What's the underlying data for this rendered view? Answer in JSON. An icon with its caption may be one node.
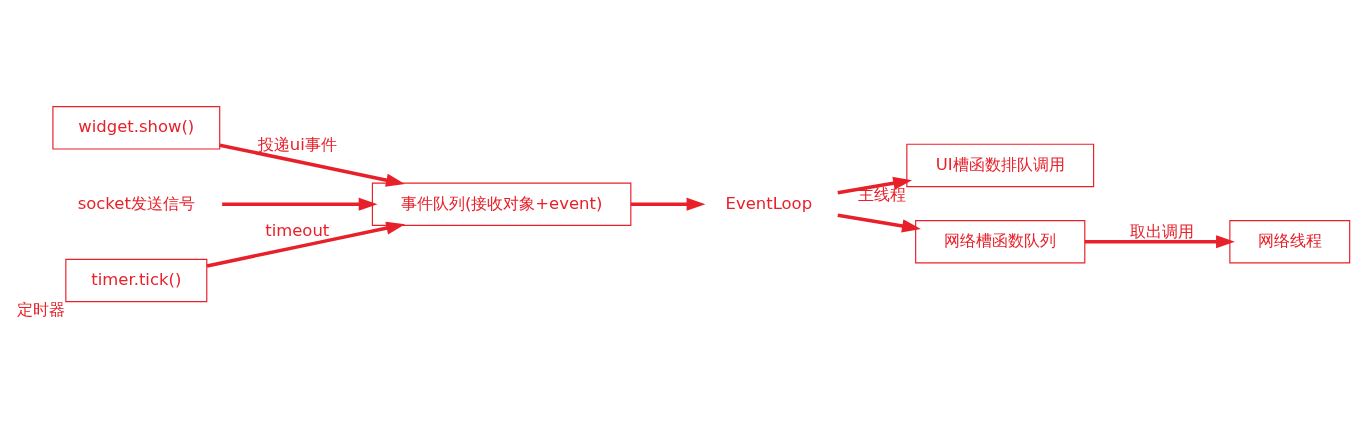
{
  "diagram": {
    "nodes": [
      {
        "text": [
          "widget.show()"
        ]
      },
      {
        "text": [
          "事件队列(接收对象+event)"
        ]
      },
      {
        "text": [
          "socket发送信号"
        ]
      },
      {
        "text": [
          "timer.tick()"
        ],
        "beside": [
          "定时器"
        ]
      },
      {
        "text": [
          "EventLoop"
        ]
      },
      {
        "text": [
          "UI槽函数排队调用"
        ],
        "beside": [
          "主线程"
        ]
      },
      {
        "text": [
          "网络槽函数队列"
        ]
      },
      {
        "text": [
          "网络线程"
        ]
      }
    ],
    "edges": [
      {
        "from": 0,
        "to": 1,
        "arrow": "to",
        "label": "投递ui事件"
      },
      {
        "from": 2,
        "to": 1,
        "arrow": "to"
      },
      {
        "from": 3,
        "to": 1,
        "arrow": "to",
        "label": "timeout"
      },
      {
        "from": 1,
        "to": 4,
        "arrow": "to"
      },
      {
        "from": 4,
        "to": 5,
        "arrow": "to"
      },
      {
        "from": 4,
        "to": 6,
        "arrow": "to"
      },
      {
        "from": 6,
        "to": 7,
        "arrow": "to",
        "label": "取出调用"
      }
    ]
  }
}
